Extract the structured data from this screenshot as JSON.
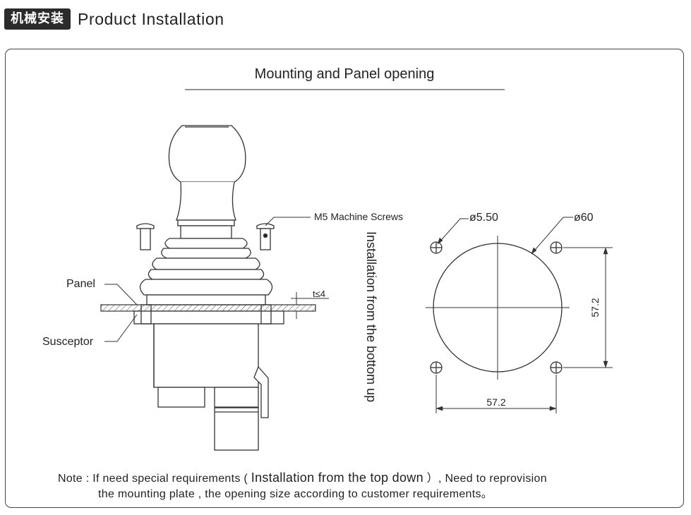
{
  "header": {
    "badge": "机械安装",
    "title": "Product Installation"
  },
  "diagram": {
    "title": "Mounting and Panel opening",
    "labels": {
      "screws": "M5 Machine Screws",
      "panel": "Panel",
      "susceptor": "Susceptor",
      "thickness": "t≤4",
      "vertical_text": "Installation from the bottom up",
      "hole_dia": "ø5.50",
      "opening_dia": "ø60",
      "dim_vertical": "57.2",
      "dim_horizontal": "57.2"
    }
  },
  "note": {
    "prefix": "Note : If need special requirements (",
    "highlight": "Installation from the top down",
    "suffix": "）, Need to reprovision",
    "line2": "the mounting plate , the opening size according to customer requirements。"
  }
}
